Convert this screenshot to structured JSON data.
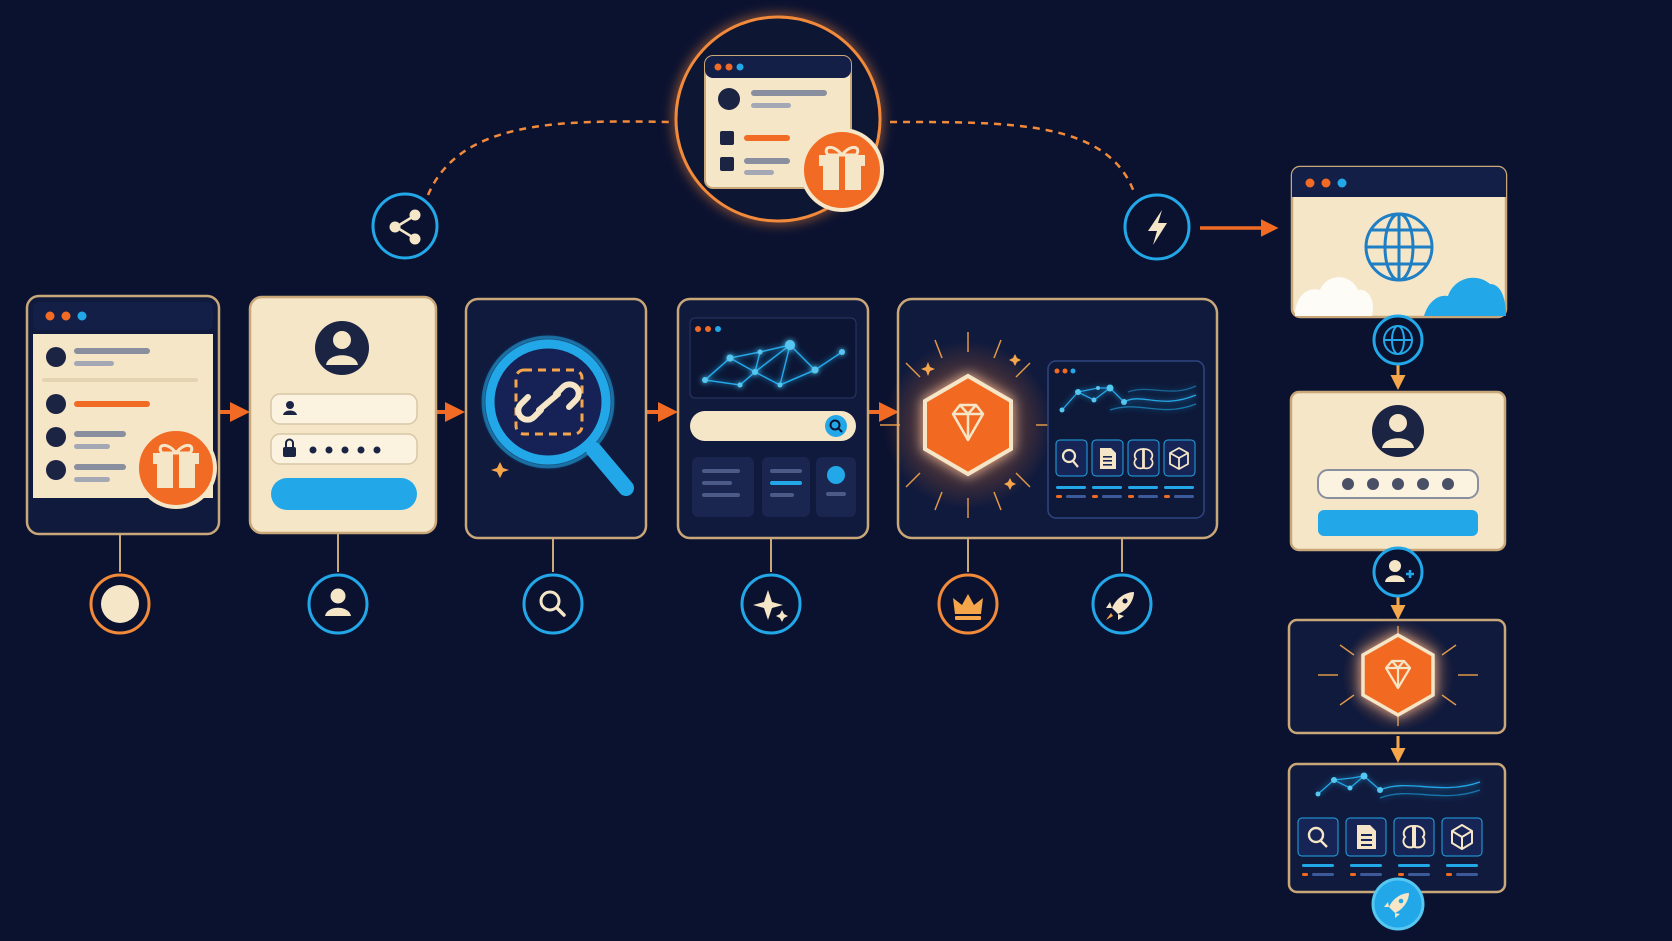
{
  "diagram": {
    "title": "",
    "nodes": [
      {
        "id": "invite-card",
        "kind": "list-with-gift",
        "icon": "gift-icon"
      },
      {
        "id": "login-card",
        "kind": "login-form",
        "icon": "user-icon"
      },
      {
        "id": "link-check-card",
        "kind": "magnifier-link",
        "icon": "link-icon"
      },
      {
        "id": "network-search-card",
        "kind": "network-search",
        "icon": "search-icon"
      },
      {
        "id": "premium-card",
        "kind": "premium-dashboard",
        "icon": "diamond-icon"
      },
      {
        "id": "shared-invite-card",
        "kind": "shared-list-with-gift",
        "icon": "gift-icon"
      },
      {
        "id": "web-card",
        "kind": "browser-globe",
        "icon": "globe-icon"
      },
      {
        "id": "signup-card",
        "kind": "pin-form",
        "icon": "user-icon"
      },
      {
        "id": "premium-badge-card",
        "kind": "premium-badge",
        "icon": "diamond-icon"
      },
      {
        "id": "tools-dashboard-card",
        "kind": "tools-dashboard",
        "icon": "rocket-icon"
      }
    ],
    "step_icons": [
      "start-dot-icon",
      "user-icon",
      "search-icon",
      "sparkle-icon",
      "crown-icon",
      "rocket-icon",
      "share-icon",
      "lightning-icon",
      "globe-icon",
      "add-user-icon",
      "rocket-icon"
    ],
    "connectors": [
      {
        "from": "invite-card",
        "to": "login-card",
        "style": "arrow"
      },
      {
        "from": "login-card",
        "to": "link-check-card",
        "style": "arrow"
      },
      {
        "from": "link-check-card",
        "to": "network-search-card",
        "style": "arrow"
      },
      {
        "from": "network-search-card",
        "to": "premium-card",
        "style": "arrow"
      },
      {
        "from": "share-node",
        "to": "shared-invite-card",
        "style": "dashed"
      },
      {
        "from": "shared-invite-card",
        "to": "lightning-node",
        "style": "dashed"
      },
      {
        "from": "lightning-node",
        "to": "web-card",
        "style": "arrow"
      },
      {
        "from": "web-card",
        "to": "signup-card",
        "style": "arrow"
      },
      {
        "from": "signup-card",
        "to": "premium-badge-card",
        "style": "arrow"
      },
      {
        "from": "premium-badge-card",
        "to": "tools-dashboard-card",
        "style": "arrow"
      }
    ],
    "colors": {
      "background": "#0b1230",
      "panel_dark": "#101a3d",
      "panel_light": "#f6e6c8",
      "orange": "#f26b24",
      "gold": "#f6a64a",
      "blue": "#22a8e8",
      "cyan": "#56c7f0",
      "border": "#c9a778",
      "placeholder": "#8a8f9f"
    }
  }
}
